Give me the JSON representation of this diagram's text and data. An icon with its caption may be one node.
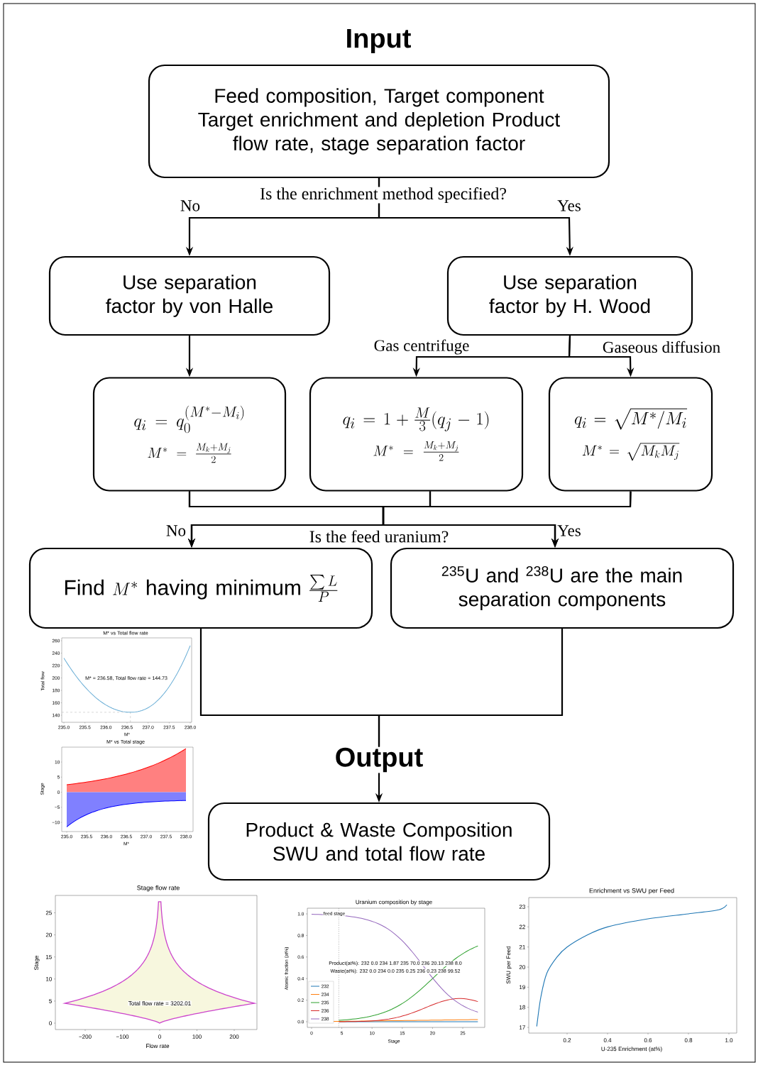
{
  "diagram": {
    "nodes": [
      {
        "text": [
          "Input",
          "Feed composition, Target component Target enrichment and depletion Product flow rate, stage separation factor"
        ]
      },
      {
        "text": [
          "Use separation factor by von Halle"
        ]
      },
      {
        "text": [
          "Use separation factor by H. Wood"
        ]
      },
      {
        "text": [
          "q_i = q_0^{(M^{*} - M_i)}",
          "M^{*} = \\frac{M_k + M_j}{2}"
        ]
      },
      {
        "text": [
          "q_i = 1 + \\frac{M}{3}(q_j - 1)",
          "M^{*} = \\frac{M_k + M_j}{2}"
        ]
      },
      {
        "text": [
          "q_i = \\sqrt{M^{*}/M_i}",
          "M^{*} = \\sqrt{M_k M_j}"
        ]
      },
      {
        "text": [
          "\\text{Find } M^{*} \\text{ having minimum } \\frac{\\sum L}{P}"
        ]
      },
      {
        "text": [
          "$^{235}$U and $^{238}$U are the main separation components"
        ]
      },
      {
        "text": [
          "Output"
        ]
      },
      {
        "text": [
          "Product & Waste Composition SWU and total flow rate"
        ]
      }
    ],
    "edges": [
      {
        "from": 0,
        "to": 1,
        "arrow": "to",
        "label": "No"
      },
      {
        "from": 0,
        "to": 2,
        "arrow": "to",
        "label": "Yes"
      },
      {
        "from": 1,
        "to": 3,
        "arrow": "to"
      },
      {
        "from": 2,
        "to": 4,
        "arrow": "to",
        "label": "Gas centrifuge"
      },
      {
        "from": 2,
        "to": 5,
        "arrow": "to",
        "label": "Gaseous diffusion"
      },
      {
        "from": 3,
        "to": 6,
        "arrow": "to",
        "label": "No"
      },
      {
        "from": 3,
        "to": 7,
        "arrow": "to",
        "label": "Yes"
      },
      {
        "from": 4,
        "to": 6,
        "arrow": "to"
      },
      {
        "from": 4,
        "to": 7,
        "arrow": "to"
      },
      {
        "from": 5,
        "to": 6,
        "arrow": "to"
      },
      {
        "from": 5,
        "to": 7,
        "arrow": "to"
      },
      {
        "from": 6,
        "to": 8,
        "arrow": "none"
      },
      {
        "from": 7,
        "to": 8,
        "arrow": "none"
      },
      {
        "from": 8,
        "to": 9,
        "arrow": "to"
      }
    ],
    "labels": [
      "Is the enrichment method specified?",
      "Is the feed uranium?",
      "M* vs Total flow rate",
      "Total flow",
      "140",
      "160",
      "180",
      "200",
      "220",
      "240",
      "260",
      "235.0",
      "235.5",
      "236.0",
      "236.5",
      "237.0",
      "237.5",
      "238.0",
      "M* = 236.58, Total flow rate = 144.73",
      "M*",
      "M* vs Total stage",
      "Stage",
      "10",
      "5",
      "0",
      "−5",
      "−10",
      "235.0",
      "235.5",
      "236.0",
      "236.5",
      "237.0",
      "237.5",
      "238.0",
      "M*",
      "Stage flow rate",
      "Stage",
      "0",
      "5",
      "10",
      "15",
      "20",
      "25",
      "−200",
      "−100",
      "0",
      "100",
      "200",
      "Flow rate",
      "Total flow rate = 3202.01",
      "Uranium composition by stage",
      "Atomic fraction (at%)",
      "0.0",
      "0.2",
      "0.4",
      "0.6",
      "0.8",
      "1.0",
      "0",
      "5",
      "10",
      "15",
      "20",
      "25",
      "Stage",
      "feed stage",
      "Product(at%):  232 0.0  234 1.87  235 70.0  236 20.13  238 8.0",
      "Waste(at%):  232 0.0  234 0.0  235 0.25  236 0.23  238 99.52",
      "Enrichment vs SWU per Feed",
      "SWU per Feed",
      "17",
      "18",
      "19",
      "20",
      "21",
      "22",
      "23",
      "0.2",
      "0.4",
      "0.6",
      "0.8",
      "1.0",
      "U-235 Enrichment (at%)"
    ],
    "legend": [
      {
        "text": "232"
      },
      {
        "text": "234"
      },
      {
        "text": "235"
      },
      {
        "text": "236"
      },
      {
        "text": "238"
      }
    ]
  }
}
